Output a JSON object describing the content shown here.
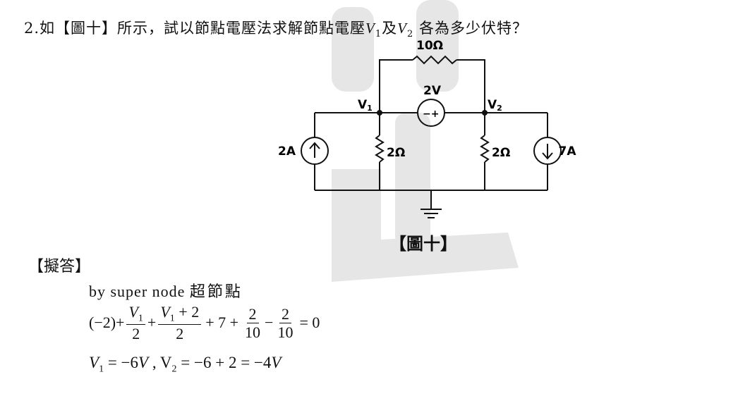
{
  "question": {
    "prefix": "2.",
    "text_before": "如【圖十】所示，試以節點電壓法求解節點電壓",
    "v": "V",
    "sub1": "1",
    "mid": "及",
    "sub2": "2",
    "text_after": " 各為多少伏特？"
  },
  "figure": {
    "caption": "【圖十】",
    "labels": {
      "r_top": "10Ω",
      "v_source": "2V",
      "v_source_sign": "−+",
      "node1": "V",
      "node1_sub": "1",
      "node2": "V",
      "node2_sub": "2",
      "i_left": "2A",
      "r_left": "2Ω",
      "r_right": "2Ω",
      "i_right": "7A"
    }
  },
  "answer": {
    "heading": "【擬答】",
    "line1_en": "by super node ",
    "line1_cjk": "超節點",
    "eq": {
      "start": "(−2)+",
      "f1_num": "V",
      "f1_num_sub": "1",
      "f1_den": "2",
      "plus1": "+",
      "f2_num": "V",
      "f2_num_sub": "1",
      "f2_num_rest": " + 2",
      "f2_den": "2",
      "mid": "+ 7 +",
      "f3_num": "2",
      "f3_den": "10",
      "minus": "−",
      "f4_num": "2",
      "f4_den": "10",
      "end": "= 0"
    },
    "line3": {
      "v1": "V",
      "v1_sub": "1",
      "v1_eq": " = −6",
      "v1_unit": "V",
      "sep": " , ",
      "v2": "V",
      "v2_sub": "2",
      "v2_eq": " = −6 + 2 = −4",
      "v2_unit": "V"
    }
  }
}
